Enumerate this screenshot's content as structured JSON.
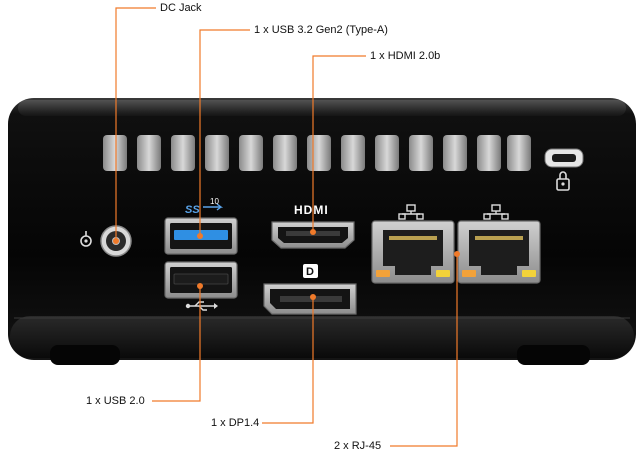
{
  "callouts": {
    "dc_jack": "DC Jack",
    "usb32": "1 x USB 3.2 Gen2 (Type-A)",
    "hdmi": "1 x HDMI 2.0b",
    "usb20": "1 x USB 2.0",
    "dp": "1 x DP1.4",
    "rj45": "2 x RJ-45"
  },
  "port_markings": {
    "hdmi_logo": "HDMI",
    "usb_superspeed_mark": "SS",
    "usb_superspeed_rate": "10",
    "dp_logo": "D"
  },
  "icons": [
    "dc-power-icon",
    "usb-superspeed-icon",
    "hdmi-logo-icon",
    "displayport-logo-icon",
    "network-icon",
    "usb-trident-icon",
    "kensington-lock-icon"
  ],
  "colors": {
    "callout_line": "#f07a2a",
    "chassis": "#0c0c0c",
    "usb3_tongue": "#2f8fe3"
  }
}
